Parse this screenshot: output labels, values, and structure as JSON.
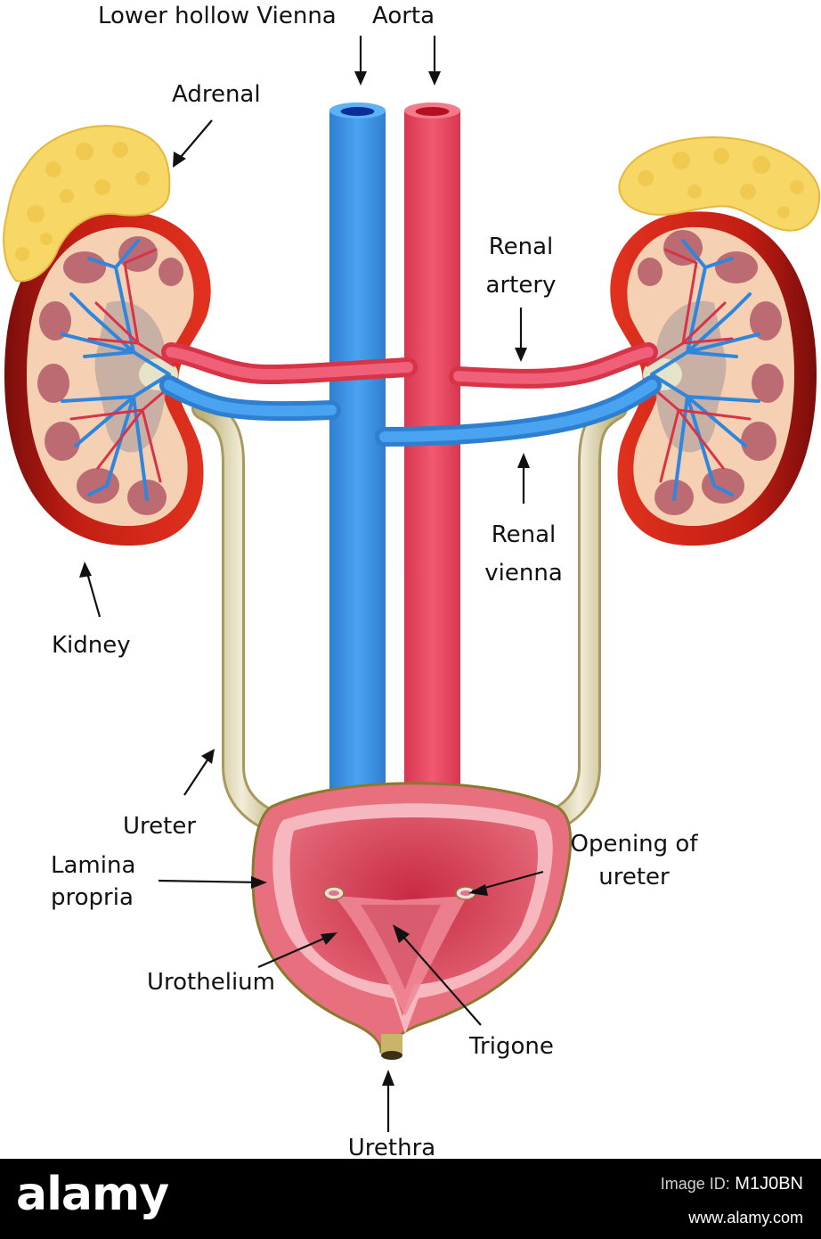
{
  "labels": {
    "lower_hollow_vienna": "Lower hollow Vienna",
    "aorta": "Aorta",
    "adrenal": "Adrenal",
    "renal_artery_line1": "Renal",
    "renal_artery_line2": "artery",
    "renal_vienna_line1": "Renal",
    "renal_vienna_line2": "vienna",
    "kidney": "Kidney",
    "ureter": "Ureter",
    "lamina_propria_line1": "Lamina",
    "lamina_propria_line2": "propria",
    "opening_line1": "Opening of",
    "opening_line2": "ureter",
    "urothelium": "Urothelium",
    "trigone": "Trigone",
    "urethra": "Urethra"
  },
  "footer": {
    "brand": "alamy",
    "image_id_label": "Image ID:",
    "image_id": "M1J0BN",
    "url": "www.alamy.com"
  },
  "colors": {
    "vein": "#3a8fdf",
    "artery": "#e8475e",
    "adrenal": "#f5d56b",
    "kidney_outer": "#b31a10",
    "kidney_inner": "#f7d2b6",
    "ureter": "#d8cfa4",
    "bladder_wall": "#e05a6a",
    "bladder_outline": "#8a7a2e"
  }
}
